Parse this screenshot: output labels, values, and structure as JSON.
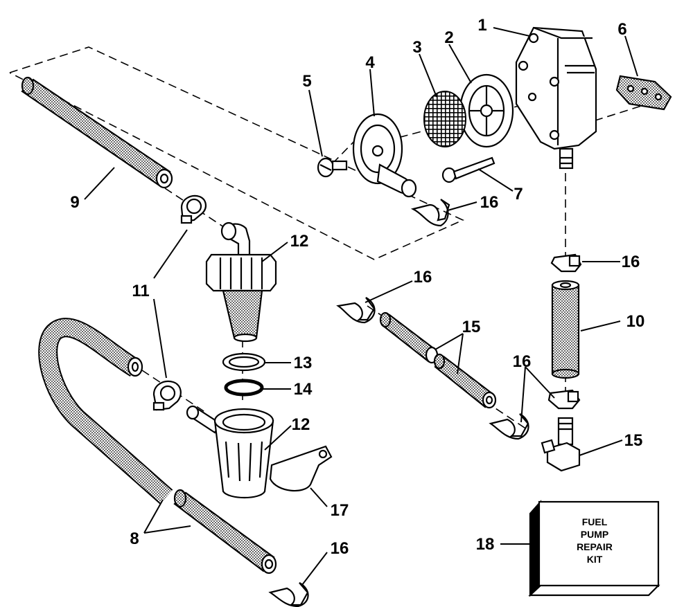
{
  "callouts": {
    "c1": "1",
    "c2": "2",
    "c3": "3",
    "c4": "4",
    "c5": "5",
    "c6": "6",
    "c7": "7",
    "c8": "8",
    "c9": "9",
    "c10": "10",
    "c11": "11",
    "c12a": "12",
    "c12b": "12",
    "c13": "13",
    "c14": "14",
    "c15a": "15",
    "c15b": "15",
    "c16a": "16",
    "c16b": "16",
    "c16c": "16",
    "c16d": "16",
    "c16e": "16",
    "c17": "17",
    "c18": "18"
  },
  "kit_label": {
    "line1": "FUEL",
    "line2": "PUMP",
    "line3": "REPAIR",
    "line4": "KIT"
  }
}
